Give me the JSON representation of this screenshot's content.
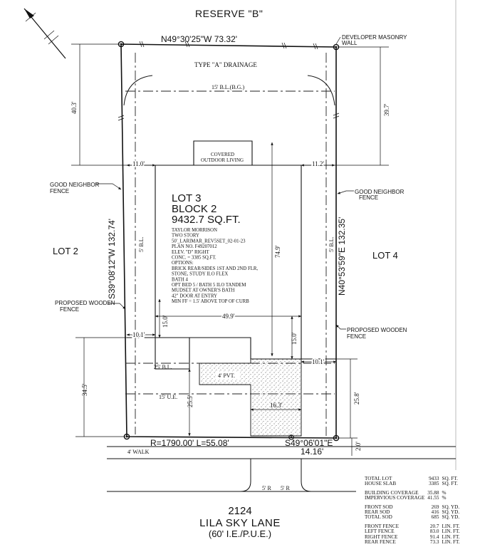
{
  "reserve": "RESERVE \"B\"",
  "bearings": {
    "north": "N49°30'25\"W   73.32'",
    "west": "S39°08'12\"W   132.74'",
    "east": "N40°53'59\"E   132.35'",
    "south_arc": "R=1790.00'  L=55.08'",
    "south_tangent": "S49°06'01\"E",
    "south_tangent_len": "14.16'"
  },
  "labels": {
    "developer_wall": [
      "DEVELOPER MASONRY",
      "WALL"
    ],
    "drainage": "TYPE \"A\" DRAINAGE",
    "rear_bl": "15' B.L.(B.G.)",
    "covered_living": [
      "COVERED",
      "OUTDOOR LIVING"
    ],
    "good_neighbor_left": [
      "GOOD NEIGHBOR",
      "FENCE"
    ],
    "good_neighbor_right": [
      "GOOD NEIGHBOR",
      "FENCE"
    ],
    "lot_left": "LOT 2",
    "lot_right": "LOT 4",
    "wood_fence_left": [
      "PROPOSED WOODEN",
      "FENCE"
    ],
    "wood_fence_right": [
      "PROPOSED WOODEN",
      "FENCE"
    ],
    "side_bl_left": "5' B.L.",
    "side_bl_right": "5' B.L.",
    "front_bl": "25' B.L.",
    "ue": "15' U.E.",
    "pvt": "4' PVT.",
    "walk": "4' WALK",
    "radius_left": "5' R",
    "radius_right": "5' R"
  },
  "dims": {
    "d40_3": "40.3'",
    "d39_7": "39.7'",
    "d11_0": "11.0'",
    "d11_2": "11.2'",
    "d74_9": "74.9'",
    "d15_0_left": "15.0'",
    "d49_9": "49.9'",
    "d15_0_right": "15.0'",
    "d10_1_left": "10.1'",
    "d10_1_right": "10.1'",
    "d34_5": "34.5'",
    "d25_5": "25.5'",
    "d16_3": "16.3'",
    "d25_8": "25.8'",
    "d2_0": "2.0'"
  },
  "lot": {
    "lot": "LOT 3",
    "block": "BLOCK 2",
    "area": "9432.7 SQ.FT."
  },
  "plan_notes": [
    "TAYLOR MORRISON",
    "TWO STORY",
    "50'_LARIMAR_REV5SET_02-01-23",
    "PLAN NO. F49207012",
    "ELEV. \"D\" RIGHT",
    "CONC. = 3385 SQ.FT.",
    "OPTIONS:",
    "BRICK REAR/SIDES 1ST AND 2ND FLR,",
    "STONE, STUDY ILO FLEX",
    "BATH 4",
    "OPT BED 5 / BATH 5 ILO TANDEM",
    "MUDSET AT OWNER'S BATH",
    "42\" DOOR AT ENTRY",
    "MIN FF = 1.5' ABOVE TOP OF CURB"
  ],
  "address": {
    "number": "2124",
    "street": "LILA SKY LANE",
    "row": "(60' I.E./P.U.E.)"
  },
  "coverage": [
    {
      "label": "TOTAL LOT",
      "value": "9433",
      "unit": "SQ. FT."
    },
    {
      "label": "HOUSE SLAB",
      "value": "3385",
      "unit": "SQ. FT."
    },
    {
      "gap": true
    },
    {
      "label": "BUILDING COVERAGE",
      "value": "35.88",
      "unit": "%"
    },
    {
      "label": "IMPERVIOUS COVERAGE",
      "value": "41.55",
      "unit": "%"
    },
    {
      "gap": true
    },
    {
      "label": "FRONT SOD",
      "value": "269",
      "unit": "SQ. YD."
    },
    {
      "label": "REAR SOD",
      "value": "416",
      "unit": "SQ. YD."
    },
    {
      "label": "TOTAL SOD",
      "value": "685",
      "unit": "SQ. YD."
    },
    {
      "gap": true
    },
    {
      "label": "FRONT FENCE",
      "value": "20.7",
      "unit": "LIN. FT."
    },
    {
      "label": "LEFT FENCE",
      "value": "83.0",
      "unit": "LIN. FT."
    },
    {
      "label": "RIGHT FENCE",
      "value": "91.4",
      "unit": "LIN. FT."
    },
    {
      "label": "REAR FENCE",
      "value": "73.3",
      "unit": "LIN. FT."
    }
  ]
}
